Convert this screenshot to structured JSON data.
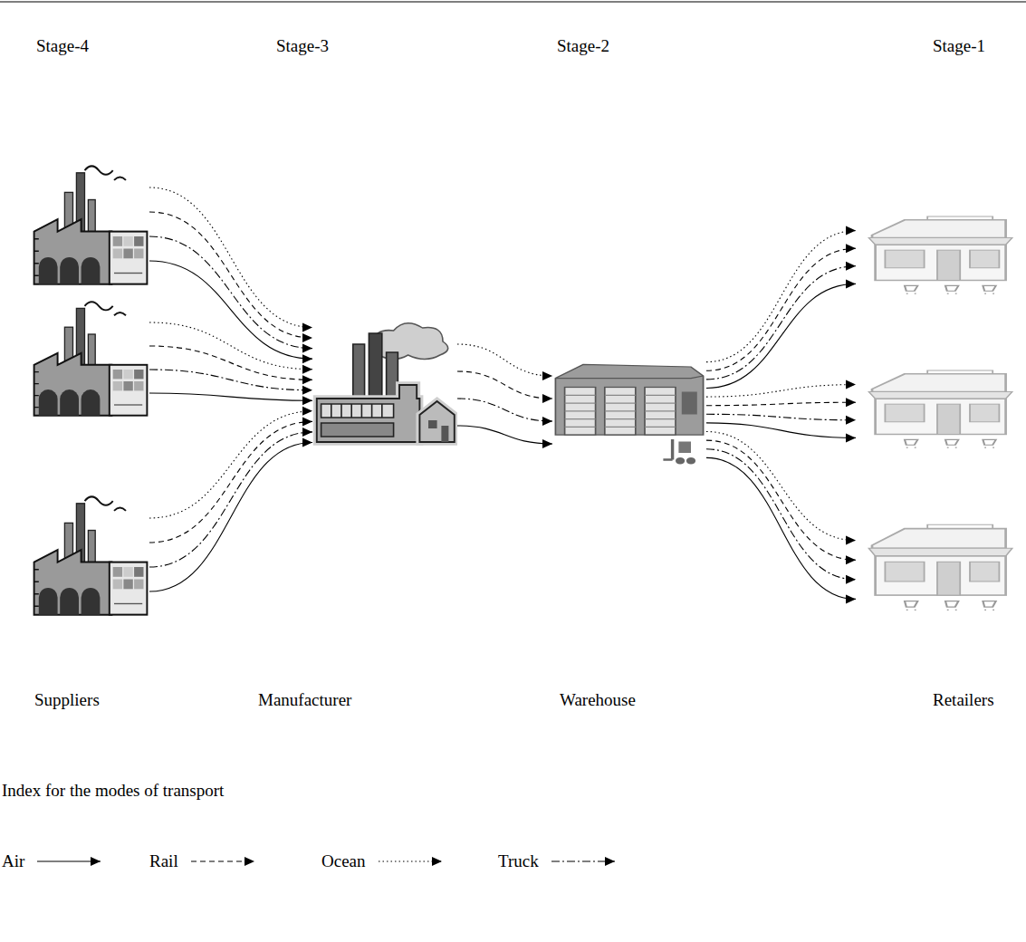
{
  "diagram": {
    "nodes": [
      {
        "text": []
      },
      {
        "text": []
      },
      {
        "text": []
      },
      {
        "text": []
      },
      {
        "text": []
      },
      {
        "text": []
      },
      {
        "text": []
      },
      {
        "text": []
      }
    ],
    "edges": [
      {
        "from": 0,
        "to": 3,
        "arrow": "to"
      },
      {
        "from": 0,
        "to": 3,
        "arrow": "to"
      },
      {
        "from": 0,
        "to": 3,
        "arrow": "to"
      },
      {
        "from": 0,
        "to": 3,
        "arrow": "to"
      },
      {
        "from": 1,
        "to": 3,
        "arrow": "to"
      },
      {
        "from": 1,
        "to": 3,
        "arrow": "to"
      },
      {
        "from": 1,
        "to": 3,
        "arrow": "to"
      },
      {
        "from": 1,
        "to": 3,
        "arrow": "to"
      },
      {
        "from": 2,
        "to": 3,
        "arrow": "to"
      },
      {
        "from": 2,
        "to": 3,
        "arrow": "to"
      },
      {
        "from": 2,
        "to": 3,
        "arrow": "to"
      },
      {
        "from": 2,
        "to": 3,
        "arrow": "to"
      },
      {
        "from": 3,
        "to": 4,
        "arrow": "to"
      },
      {
        "from": 3,
        "to": 4,
        "arrow": "to"
      },
      {
        "from": 3,
        "to": 4,
        "arrow": "to"
      },
      {
        "from": 3,
        "to": 4,
        "arrow": "to"
      },
      {
        "from": 4,
        "to": 5,
        "arrow": "to"
      },
      {
        "from": 4,
        "to": 5,
        "arrow": "to"
      },
      {
        "from": 4,
        "to": 5,
        "arrow": "to"
      },
      {
        "from": 4,
        "to": 5,
        "arrow": "to"
      },
      {
        "from": 4,
        "to": 6,
        "arrow": "to"
      },
      {
        "from": 4,
        "to": 6,
        "arrow": "to"
      },
      {
        "from": 4,
        "to": 6,
        "arrow": "to"
      },
      {
        "from": 4,
        "to": 6,
        "arrow": "to"
      },
      {
        "from": 4,
        "to": 7,
        "arrow": "to"
      },
      {
        "from": 4,
        "to": 7,
        "arrow": "to"
      },
      {
        "from": 4,
        "to": 7,
        "arrow": "to"
      },
      {
        "from": 4,
        "to": 7,
        "arrow": "to"
      }
    ],
    "labels": [
      "Stage-4",
      "Stage-3",
      "Stage-2",
      "Stage-1",
      "Suppliers",
      "Manufacturer",
      "Warehouse",
      "Retailers",
      "Index for the modes of transport"
    ],
    "legend": [
      {
        "text": "Air"
      },
      {
        "text": "Rail"
      },
      {
        "text": "Ocean"
      },
      {
        "text": "Truck"
      }
    ]
  }
}
